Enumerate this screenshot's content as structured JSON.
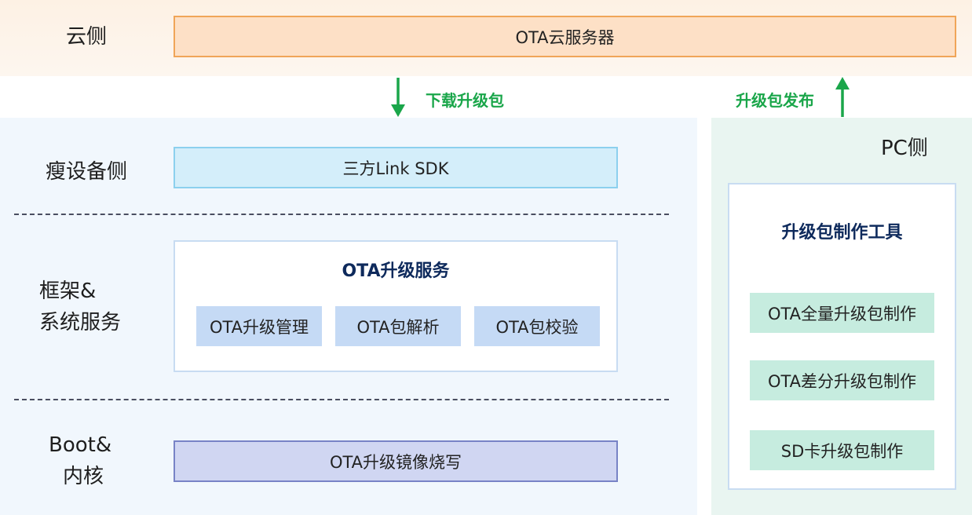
{
  "cloud": {
    "label": "云侧",
    "server": "OTA云服务器"
  },
  "arrows": {
    "download": "下载升级包",
    "publish": "升级包发布"
  },
  "device_side": {
    "thin_device": {
      "label": "瘦设备侧",
      "sdk": "三方Link SDK"
    },
    "framework": {
      "label_line1": "框架&",
      "label_line2": "系统服务",
      "service_title": "OTA升级服务",
      "items": [
        "OTA升级管理",
        "OTA包解析",
        "OTA包校验"
      ]
    },
    "boot": {
      "label_line1": "Boot&",
      "label_line2": "内核",
      "box": "OTA升级镜像烧写"
    }
  },
  "pc_side": {
    "label": "PC侧",
    "tool_title": "升级包制作工具",
    "items": [
      "OTA全量升级包制作",
      "OTA差分升级包制作",
      "SD卡升级包制作"
    ]
  },
  "colors": {
    "arrow": "#1aa64a",
    "cloud_band": "#fdf1e4",
    "device_band": "#f1f7fd",
    "pc_band": "#e9f5f1",
    "title_text": "#0e2a5c"
  }
}
